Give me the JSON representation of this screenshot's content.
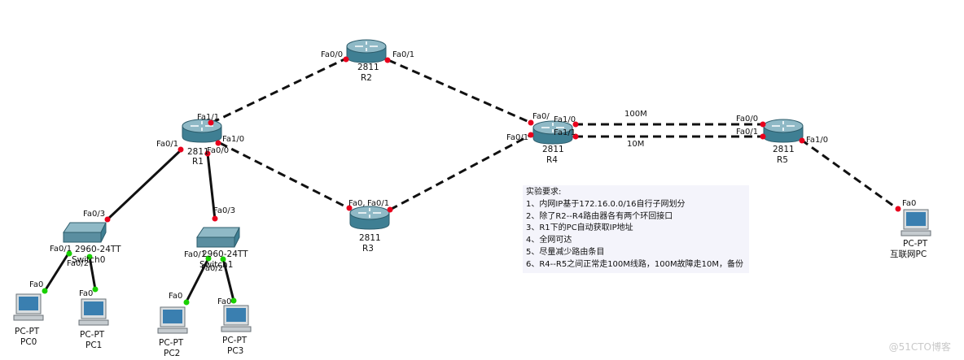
{
  "colors": {
    "router_body": "#3f7f93",
    "router_top": "#8fb9c6",
    "switch_body": "#5a8ea0",
    "pc_body": "#d8dde0",
    "pc_screen": "#3a7fb0",
    "port_red": "#e8001c",
    "port_green": "#19d000",
    "link": "#111111",
    "note_bg": "#f4f4fb"
  },
  "devices": {
    "r2": {
      "model": "2811",
      "name": "R2"
    },
    "r1": {
      "model": "2811",
      "name": "R1"
    },
    "r3": {
      "model": "2811",
      "name": "R3"
    },
    "r4": {
      "model": "2811",
      "name": "R4"
    },
    "r5": {
      "model": "2811",
      "name": "R5"
    },
    "sw0": {
      "model": "2960-24TT",
      "name": "Switch0"
    },
    "sw1": {
      "model": "2960-24TT",
      "name": "Switch1"
    },
    "pc0": {
      "model": "PC-PT",
      "name": "PC0"
    },
    "pc1": {
      "model": "PC-PT",
      "name": "PC1"
    },
    "pc2": {
      "model": "PC-PT",
      "name": "PC2"
    },
    "pc3": {
      "model": "PC-PT",
      "name": "PC3"
    },
    "pc_inet": {
      "model": "PC-PT",
      "name": "互联网PC"
    }
  },
  "ports": {
    "r2_fa00": "Fa0/0",
    "r2_fa01": "Fa0/1",
    "r1_fa11": "Fa1/1",
    "r1_fa01": "Fa0/1",
    "r1_fa10": "Fa1/0",
    "r1_fa00": "Fa0/0",
    "r4_fa0x": "Fa0/",
    "r4_fa10": "Fa1/0",
    "r4_fa11": "Fa1/1",
    "r4_fa01": "Fa0/1",
    "r5_fa00": "Fa0/0",
    "r5_fa01": "Fa0/1",
    "r5_fa10": "Fa1/0",
    "r3_fa0": "Fa0,",
    "r3_fa01": "Fa0/1",
    "sw0_fa03": "Fa0/3",
    "sw0_fa01": "Fa0/1",
    "sw0_fa02": "Fa0/2",
    "sw1_fa03": "Fa0/3",
    "sw1_fa01": "Fa0/1",
    "sw1_fa02": "Fa0/2",
    "pc0_fa0": "Fa0",
    "pc1_fa0": "Fa0",
    "pc2_fa0": "Fa0",
    "pc3_fa0": "Fa0",
    "pcinet_fa0": "Fa0"
  },
  "link_labels": {
    "upper": "100M",
    "lower": "10M"
  },
  "requirements": {
    "title": "实验要求:",
    "items": [
      "1、内网IP基于172.16.0.0/16自行子网划分",
      "2、除了R2--R4路由器各有两个环回接口",
      "3、R1下的PC自动获取IP地址",
      "4、全网可达",
      "5、尽量减少路由条目",
      "6、R4--R5之间正常走100M线路，100M故障走10M，备份"
    ]
  },
  "watermark": "@51CTO博客"
}
